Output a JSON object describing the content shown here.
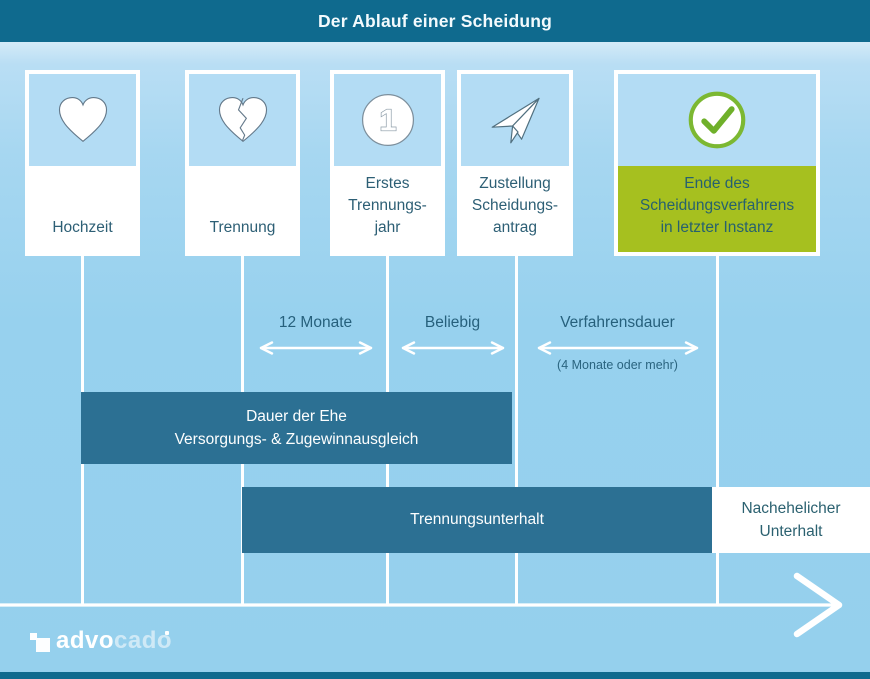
{
  "title": "Der Ablauf einer Scheidung",
  "milestones": [
    {
      "icon": "heart",
      "label": "Hochzeit"
    },
    {
      "icon": "broken-heart",
      "label": "Trennung"
    },
    {
      "icon": "number-one",
      "label": "Erstes\nTrennungs-\njahr"
    },
    {
      "icon": "paper-plane",
      "label": "Zustellung\nScheidungs-\nantrag"
    },
    {
      "icon": "check-circle",
      "label": "Ende des\nScheidungsverfahrens\nin letzter Instanz",
      "highlight": true
    }
  ],
  "intervals": [
    {
      "label": "12 Monate"
    },
    {
      "label": "Beliebig"
    },
    {
      "label": "Verfahrensdauer",
      "sublabel": "(4 Monate oder mehr)"
    }
  ],
  "duration_bars": [
    {
      "label": "Dauer der Ehe\nVersorgungs- & Zugewinnausgleich",
      "style": "teal"
    },
    {
      "label": "Trennungsunterhalt",
      "style": "teal"
    },
    {
      "label": "Nachehelicher\nUnterhalt",
      "style": "white"
    }
  ],
  "logo": {
    "name_solid": "advo",
    "name_light": "cado"
  },
  "colors": {
    "header_teal": "#0f6a8e",
    "bar_teal": "#2c7093",
    "highlight_green": "#a6c01f",
    "background_blue": "#97d1ee",
    "card_icon_blue": "#b3dcf4",
    "text_teal": "#2d5f75",
    "check_green": "#7cb832"
  }
}
